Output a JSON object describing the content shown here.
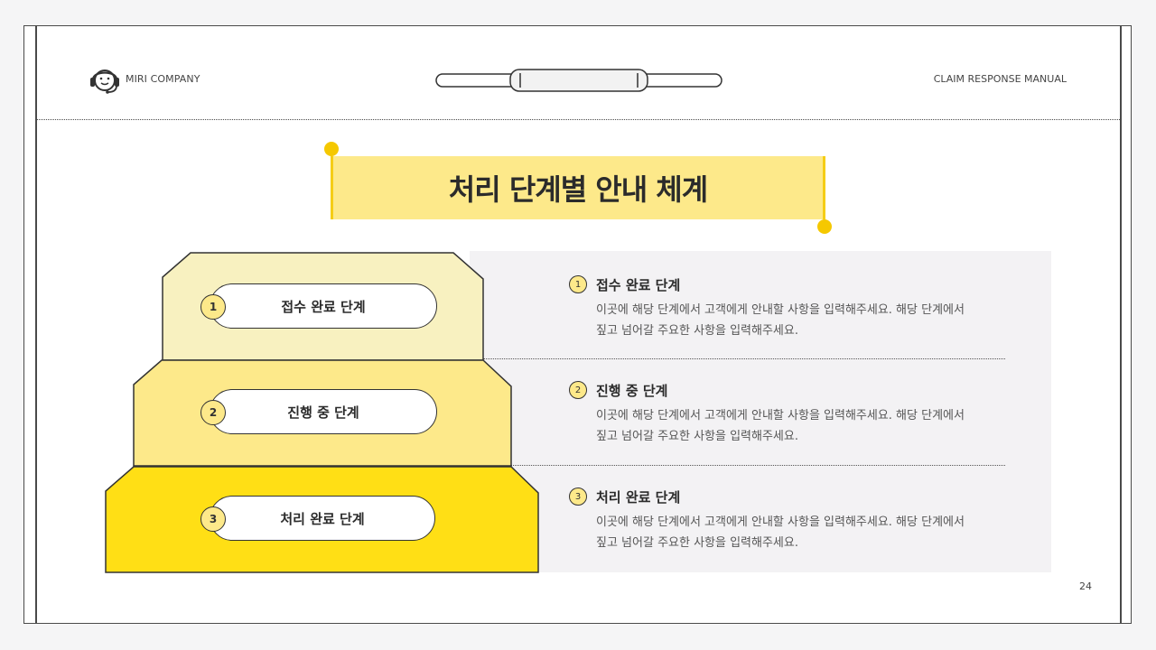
{
  "header": {
    "company": "MIRI COMPANY",
    "manual": "CLAIM RESPONSE MANUAL"
  },
  "title": "처리 단계별 안내 체계",
  "tiers": [
    {
      "num": "1",
      "label": "접수 완료 단계",
      "color": "#f8f1c0"
    },
    {
      "num": "2",
      "label": "진행 중 단계",
      "color": "#fde98a"
    },
    {
      "num": "3",
      "label": "처리 완료 단계",
      "color": "#ffdf15"
    }
  ],
  "items": [
    {
      "num": "1",
      "title": "접수 완료 단계",
      "line1": "이곳에 해당 단계에서 고객에게 안내할 사항을 입력해주세요. 해당 단계에서",
      "line2": "짚고 넘어갈 주요한 사항을 입력해주세요."
    },
    {
      "num": "2",
      "title": "진행 중 단계",
      "line1": "이곳에 해당 단계에서 고객에게 안내할 사항을 입력해주세요. 해당 단계에서",
      "line2": "짚고 넘어갈 주요한 사항을 입력해주세요."
    },
    {
      "num": "3",
      "title": "처리 완료 단계",
      "line1": "이곳에 해당 단계에서 고객에게 안내할 사항을 입력해주세요. 해당 단계에서",
      "line2": "짚고 넘어갈 주요한 사항을 입력해주세요."
    }
  ],
  "page_number": "24",
  "colors": {
    "accent": "#f5c800",
    "light": "#fde98a",
    "frame": "#4a4a4a"
  },
  "icons": {
    "logo": "headset-smile-icon",
    "clip": "binder-clip-icon"
  }
}
